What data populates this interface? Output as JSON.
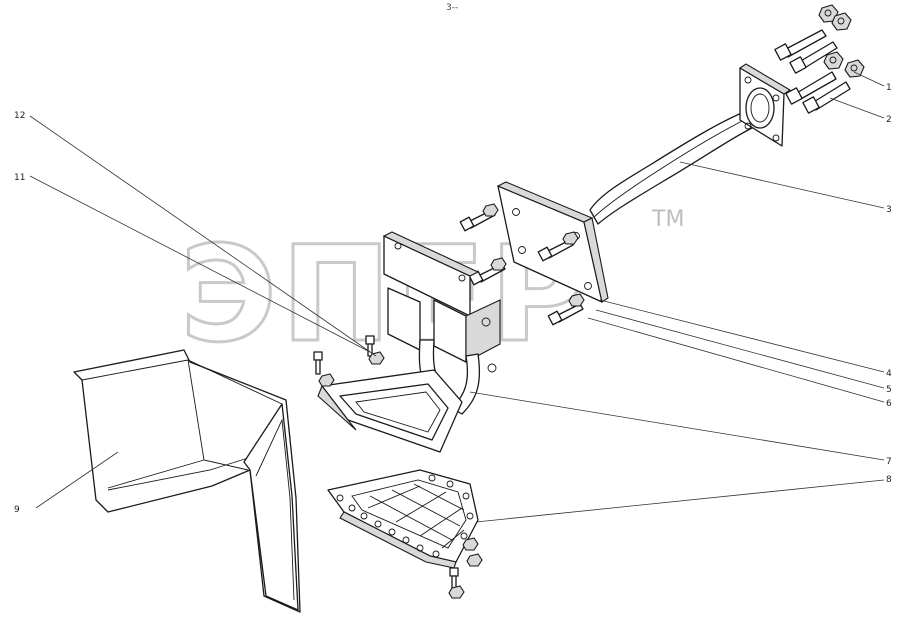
{
  "diagram": {
    "header_mark": "3--",
    "watermark": {
      "text": "ЭПЕР",
      "trademark": "TM"
    },
    "callouts": [
      {
        "label": "1"
      },
      {
        "label": "2"
      },
      {
        "label": "3"
      },
      {
        "label": "4"
      },
      {
        "label": "5"
      },
      {
        "label": "6"
      },
      {
        "label": "7"
      },
      {
        "label": "8"
      },
      {
        "label": "9"
      },
      {
        "label": "11"
      },
      {
        "label": "12"
      }
    ]
  }
}
